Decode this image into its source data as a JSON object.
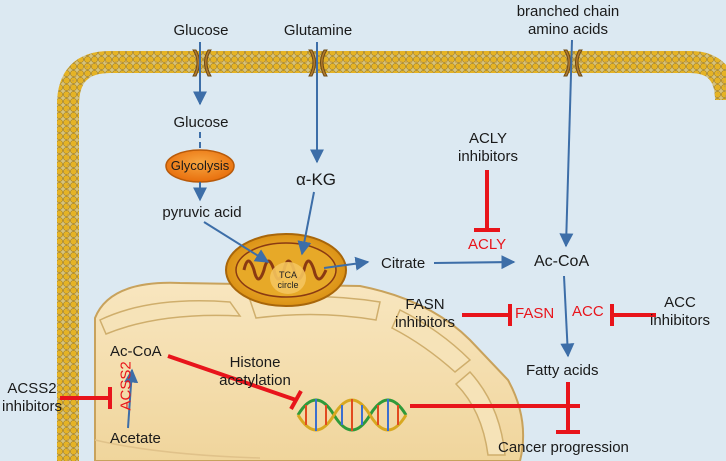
{
  "nodes": {
    "glucose_outside": "Glucose",
    "glutamine": "Glutamine",
    "bcaa_line1": "branched chain",
    "bcaa_line2": "amino acids",
    "glucose_inside": "Glucose",
    "glycolysis": "Glycolysis",
    "pyruvic_acid": "pyruvic acid",
    "alpha_kg": "α-KG",
    "tca_line1": "TCA",
    "tca_line2": "circle",
    "citrate": "Citrate",
    "acetyl_coa_cyto": "Ac-CoA",
    "fatty_acids": "Fatty acids",
    "cancer_progression": "Cancer progression",
    "acetyl_coa_nucleus": "Ac-CoA",
    "acetate": "Acetate",
    "histone_line1": "Histone",
    "histone_line2": "acetylation"
  },
  "enzymes": {
    "acly": "ACLY",
    "fasn": "FASN",
    "acc": "ACC",
    "acss2": "ACSS2"
  },
  "inhibitors": {
    "acly": [
      "ACLY",
      "inhibitors"
    ],
    "fasn": [
      "FASN",
      "inhibitors"
    ],
    "acc": [
      "ACC",
      "inhibitors"
    ],
    "acss2": [
      "ACSS2",
      "inhibitors"
    ]
  },
  "colors": {
    "background": "#dce9f2",
    "membrane_head": "#e5b325",
    "transporter": "#b07a2e",
    "arrow": "#3d6ea8",
    "inhibitor": "#e8141b",
    "nucleus": "#f3ddb0",
    "mitochondrion": "#e2a020",
    "glycolysis": "#ef7e12"
  }
}
